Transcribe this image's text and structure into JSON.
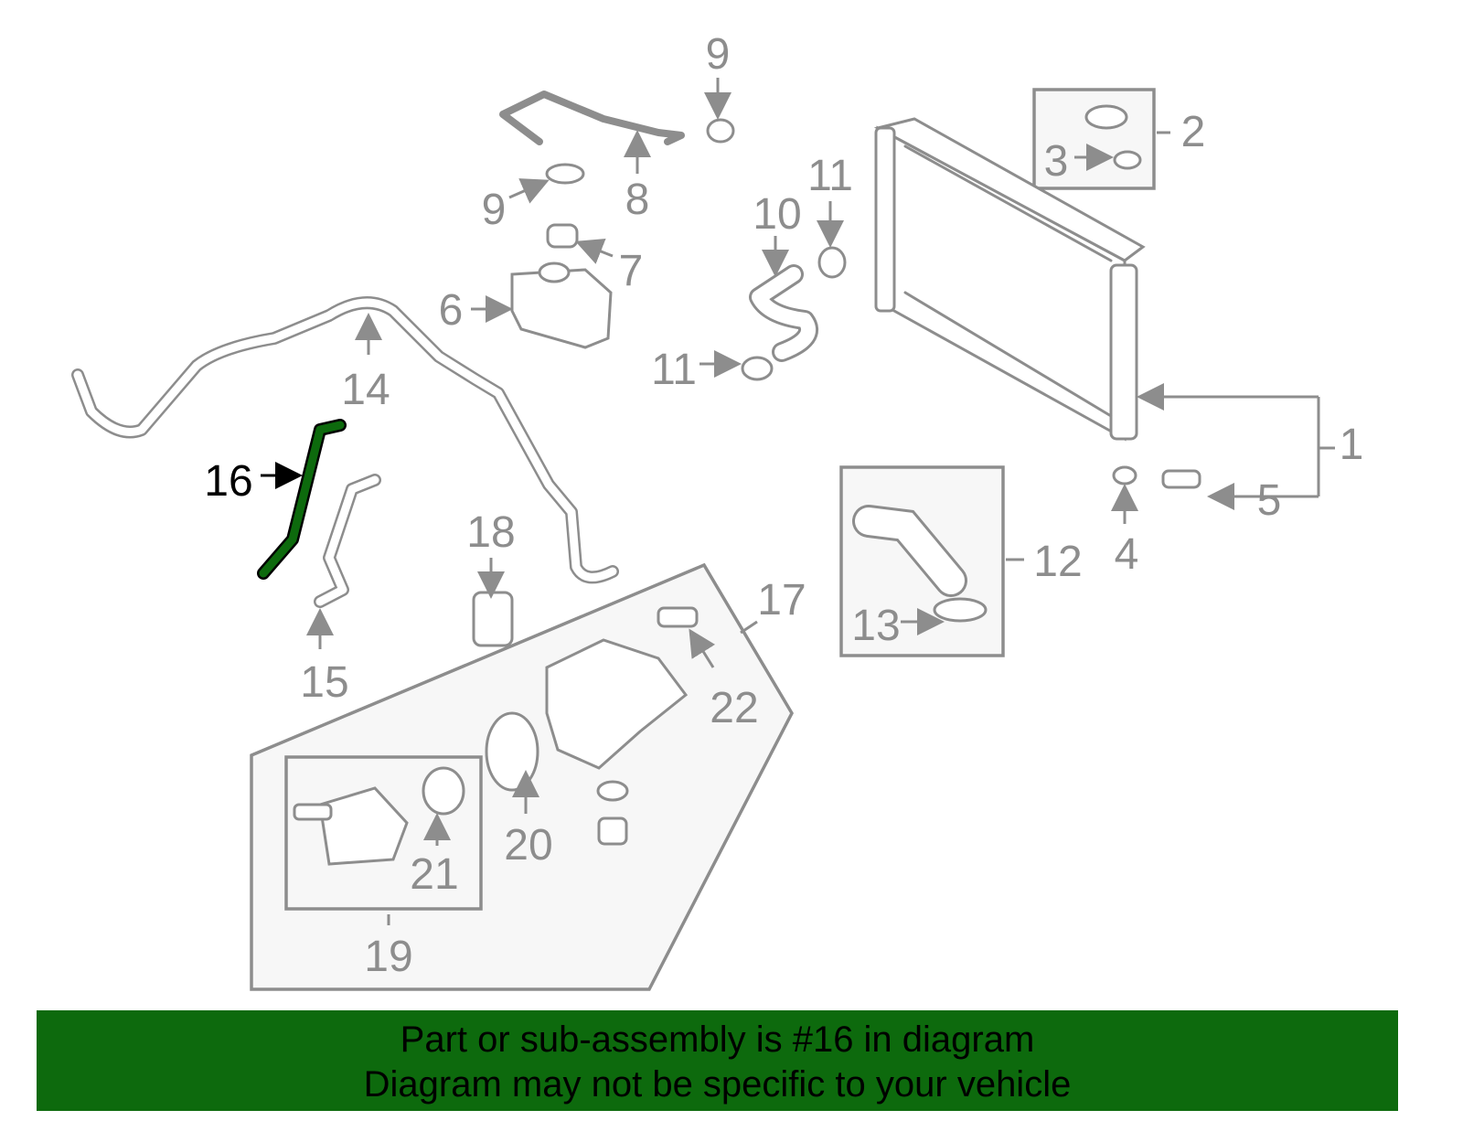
{
  "diagram": {
    "highlighted_part": "16",
    "highlight_color": "#0d6a0d",
    "callouts": {
      "p1": "1",
      "p2": "2",
      "p3": "3",
      "p4": "4",
      "p5": "5",
      "p6": "6",
      "p7": "7",
      "p8": "8",
      "p9a": "9",
      "p9b": "9",
      "p10": "10",
      "p11a": "11",
      "p11b": "11",
      "p12": "12",
      "p13": "13",
      "p14": "14",
      "p15": "15",
      "p16": "16",
      "p17": "17",
      "p18": "18",
      "p19": "19",
      "p20": "20",
      "p21": "21",
      "p22": "22"
    }
  },
  "banner": {
    "line1": "Part or sub-assembly is #16 in diagram",
    "line2": "Diagram may not be specific to your vehicle"
  }
}
